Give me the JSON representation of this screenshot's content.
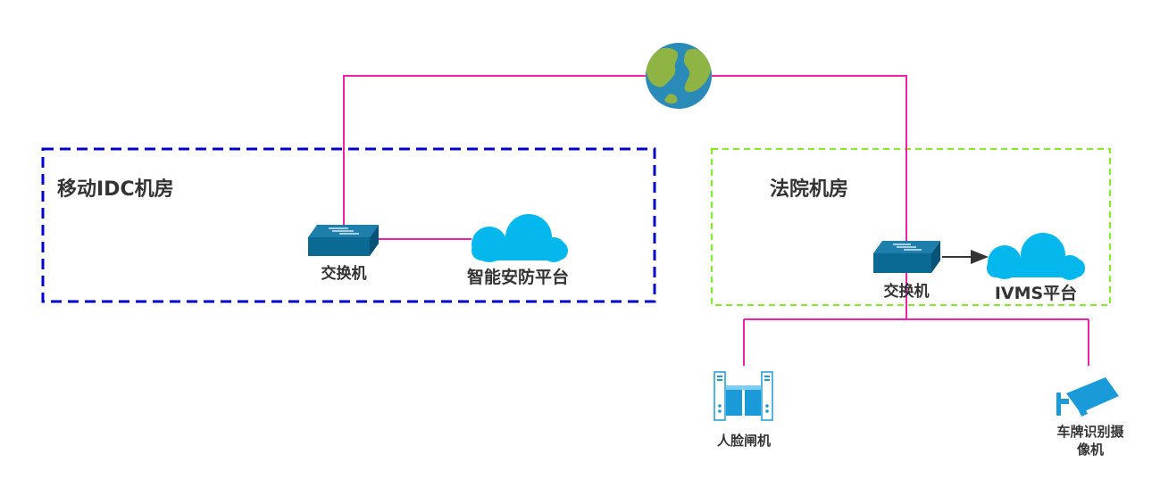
{
  "rooms": {
    "mobile_idc": {
      "title": "移动IDC机房",
      "border_color": "#0000cc"
    },
    "court": {
      "title": "法院机房",
      "border_color": "#80ee22"
    }
  },
  "devices": {
    "switch_left": {
      "label": "交换机",
      "icon": "network-switch-icon"
    },
    "switch_right": {
      "label": "交换机",
      "icon": "network-switch-icon"
    },
    "platform_security": {
      "label": "智能安防平台",
      "icon": "cloud-icon"
    },
    "platform_ivms": {
      "label": "IVMS平台",
      "icon": "cloud-icon"
    },
    "face_gate": {
      "label": "人脸闸机",
      "icon": "turnstile-gate-icon"
    },
    "plate_camera": {
      "label_line1": "车牌识别摄",
      "label_line2": "像机",
      "icon": "surveillance-camera-icon"
    },
    "internet": {
      "icon": "globe-icon"
    }
  },
  "colors": {
    "link": "#ee22aa",
    "arrow": "#333333",
    "switch": "#0a6a94",
    "cloud": "#04b8ee",
    "device_blue": "#1a9ad8",
    "globe_ocean": "#2a8ab8",
    "globe_land": "#8fb444"
  }
}
